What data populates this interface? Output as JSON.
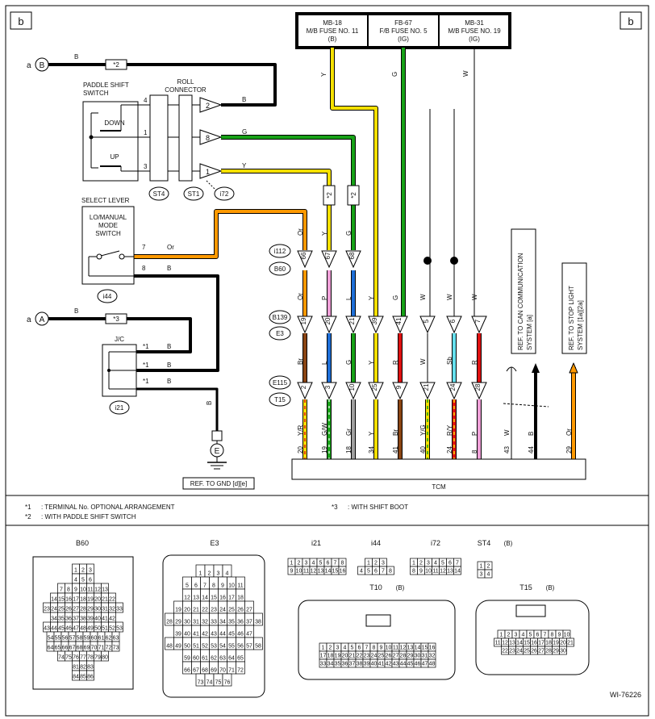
{
  "page": {
    "corner_left": "b",
    "corner_right": "b",
    "code": "WI-76226"
  },
  "fuses": [
    {
      "name": "MB-18",
      "desc": "M/B FUSE NO. 11",
      "sig": "(B)"
    },
    {
      "name": "FB-67",
      "desc": "F/B FUSE NO. 5",
      "sig": "(IG)"
    },
    {
      "name": "MB-31",
      "desc": "M/B FUSE NO. 19",
      "sig": "(IG)"
    }
  ],
  "fuse_wires": {
    "y": "Y",
    "g": "G",
    "w": "W"
  },
  "inputs": {
    "b_letter": "B",
    "a_letter": "A",
    "a": "a",
    "b_wire": "B",
    "a_wire": "B",
    "star2": "*2",
    "star3": "*3"
  },
  "paddle": {
    "title1": "PADDLE SHIFT",
    "title2": "SWITCH",
    "down": "DOWN",
    "up": "UP",
    "pins": [
      "4",
      "1",
      "3"
    ]
  },
  "roll": {
    "title1": "ROLL",
    "title2": "CONNECTOR",
    "pins": [
      "2",
      "8",
      "1"
    ],
    "wires": [
      "B",
      "G",
      "Y"
    ]
  },
  "connectors": {
    "st4": "ST4",
    "st1": "ST1",
    "i72": "i72",
    "i112": "i112",
    "b60": "B60",
    "b139": "B139",
    "e3": "E3",
    "e115": "E115",
    "t15": "T15",
    "i44": "i44",
    "i21": "i21",
    "t10": "T10"
  },
  "select_lever": {
    "title": "SELECT LEVER",
    "sw1": "LO/MANUAL",
    "sw2": "MODE",
    "sw3": "SWITCH",
    "pin7": "7",
    "pin8": "8",
    "w7": "Or",
    "w8": "B"
  },
  "jc": {
    "label": "J/C",
    "s1": "*1",
    "s2": "*1",
    "s3": "*1",
    "w1": "B",
    "w2": "B",
    "w3": "B",
    "down": "B"
  },
  "gnd": {
    "e": "E",
    "ref": "REF. TO GND [d][e]"
  },
  "col_x_marks": [
    "*2",
    "*2"
  ],
  "row_i112": {
    "top": [
      "Or",
      "Y",
      "G"
    ],
    "pins": [
      "66",
      "67",
      "68"
    ]
  },
  "row_b139": {
    "mid": [
      "Or",
      "P",
      "L",
      "Y",
      "G",
      "W",
      "W",
      "W"
    ],
    "pins": [
      "19",
      "20",
      "21",
      "39",
      "41",
      "5",
      "6",
      "7"
    ]
  },
  "row_e115": {
    "mid": [
      "Br",
      "L",
      "G",
      "Y",
      "R",
      "W",
      "Sb",
      "R"
    ],
    "pins": [
      "2",
      "3",
      "10",
      "25",
      "9",
      "21",
      "24",
      "28"
    ]
  },
  "tcm_row": {
    "wires": [
      "Y/R",
      "G/W",
      "Gr",
      "Y",
      "Br",
      "Y/G",
      "R/Y",
      "P",
      "W",
      "B",
      "Or"
    ],
    "pins": [
      "20",
      "19",
      "18",
      "34",
      "41",
      "40",
      "24",
      "8",
      "43",
      "44",
      "29"
    ]
  },
  "tcm": {
    "label": "TCM"
  },
  "refs": {
    "can1": "REF. TO CAN COMMUNICATION",
    "can2": "SYSTEM [a]",
    "stop1": "REF. TO STOP LIGHT",
    "stop2": "SYSTEM [1a][2a]"
  },
  "notes": [
    {
      "k": "*1",
      "v": ": TERMINAL No. OPTIONAL ARRANGEMENT"
    },
    {
      "k": "*2",
      "v": ": WITH PADDLE SHIFT SWITCH"
    },
    {
      "k": "*3",
      "v": ": WITH SHIFT BOOT"
    }
  ],
  "layouts": {
    "B60": {
      "title": "B60",
      "rows": [
        [
          "1",
          "2",
          "3"
        ],
        [
          "4",
          "5",
          "6"
        ],
        [
          "7",
          "8",
          "9",
          "10",
          "11",
          "12",
          "13"
        ],
        [
          "14",
          "15",
          "16",
          "17",
          "18",
          "19",
          "20",
          "21",
          "22"
        ],
        [
          "23",
          "24",
          "25",
          "26",
          "27",
          "28",
          "29",
          "30",
          "31",
          "32",
          "33"
        ],
        [
          "34",
          "35",
          "36",
          "37",
          "38",
          "39",
          "40",
          "41",
          "42"
        ],
        [
          "43",
          "44",
          "45",
          "46",
          "47",
          "48",
          "49",
          "50",
          "51",
          "52",
          "53"
        ],
        [
          "54",
          "55",
          "56",
          "57",
          "58",
          "59",
          "60",
          "61",
          "62",
          "63"
        ],
        [
          "64",
          "65",
          "66",
          "67",
          "68",
          "69",
          "70",
          "71",
          "72",
          "73"
        ],
        [
          "74",
          "75",
          "76",
          "77",
          "78",
          "79",
          "80"
        ],
        [
          "81",
          "82",
          "83"
        ],
        [
          "84",
          "85",
          "86"
        ]
      ]
    },
    "E3": {
      "title": "E3",
      "rows": [
        [
          "1",
          "2",
          "3",
          "4"
        ],
        [
          "5",
          "6",
          "7",
          "8",
          "9",
          "10",
          "11"
        ],
        [
          "12",
          "13",
          "14",
          "15",
          "16",
          "17",
          "18"
        ],
        [
          "19",
          "20",
          "21",
          "22",
          "23",
          "24",
          "25",
          "26",
          "27"
        ],
        [
          "28",
          "29",
          "30",
          "31",
          "32",
          "33",
          "34",
          "35",
          "36",
          "37",
          "38"
        ],
        [
          "39",
          "40",
          "41",
          "42",
          "43",
          "44",
          "45",
          "46",
          "47"
        ],
        [
          "48",
          "49",
          "50",
          "51",
          "52",
          "53",
          "54",
          "55",
          "56",
          "57",
          "58"
        ],
        [
          "59",
          "60",
          "61",
          "62",
          "63",
          "64",
          "65"
        ],
        [
          "66",
          "67",
          "68",
          "69",
          "70",
          "71",
          "72"
        ],
        [
          "73",
          "74",
          "75",
          "76"
        ]
      ]
    },
    "i21": {
      "title": "i21",
      "rows": [
        [
          "1",
          "2",
          "3",
          "4",
          "5",
          "6",
          "7",
          "8"
        ],
        [
          "9",
          "10",
          "11",
          "12",
          "13",
          "14",
          "15",
          "16"
        ]
      ]
    },
    "i44": {
      "title": "i44",
      "rows": [
        [
          "1",
          "2",
          "3"
        ],
        [
          "4",
          "5",
          "6",
          "7",
          "8"
        ]
      ]
    },
    "i72": {
      "title": "i72",
      "rows": [
        [
          "1",
          "2",
          "3",
          "4",
          "5",
          "6",
          "7"
        ],
        [
          "8",
          "9",
          "10",
          "11",
          "12",
          "13",
          "14"
        ]
      ]
    },
    "ST4": {
      "title": "ST4",
      "sig": "(B)",
      "rows": [
        [
          "1",
          "2"
        ],
        [
          "3",
          "4"
        ]
      ]
    },
    "T10": {
      "title": "T10",
      "sig": "(B)",
      "rows": [
        [
          "1",
          "2",
          "3",
          "4",
          "5",
          "6",
          "7",
          "8",
          "9",
          "10",
          "11",
          "12",
          "13",
          "14",
          "15",
          "16"
        ],
        [
          "17",
          "18",
          "19",
          "20",
          "21",
          "22",
          "23",
          "24",
          "25",
          "26",
          "27",
          "28",
          "29",
          "30",
          "31",
          "32"
        ],
        [
          "33",
          "34",
          "35",
          "36",
          "37",
          "38",
          "39",
          "40",
          "41",
          "42",
          "43",
          "44",
          "45",
          "46",
          "47",
          "48"
        ]
      ]
    },
    "T15": {
      "title": "T15",
      "sig": "(B)",
      "rows": [
        [
          "1",
          "2",
          "3",
          "4",
          "5",
          "6",
          "7",
          "8",
          "9",
          "10"
        ],
        [
          "11",
          "12",
          "13",
          "14",
          "15",
          "16",
          "17",
          "18",
          "19",
          "20",
          "21"
        ],
        [
          "22",
          "23",
          "24",
          "25",
          "26",
          "27",
          "28",
          "29",
          "30"
        ]
      ]
    }
  },
  "colors": {
    "Y": "#f5e000",
    "G": "#17a117",
    "W": "#dddddd",
    "Or": "#ff9900",
    "P": "#f0a0d8",
    "L": "#1e6fd8",
    "R": "#e01010",
    "Br": "#8b4513",
    "Sb": "#66e0ee",
    "Gr": "#a0a0a0",
    "B": "#000000"
  }
}
